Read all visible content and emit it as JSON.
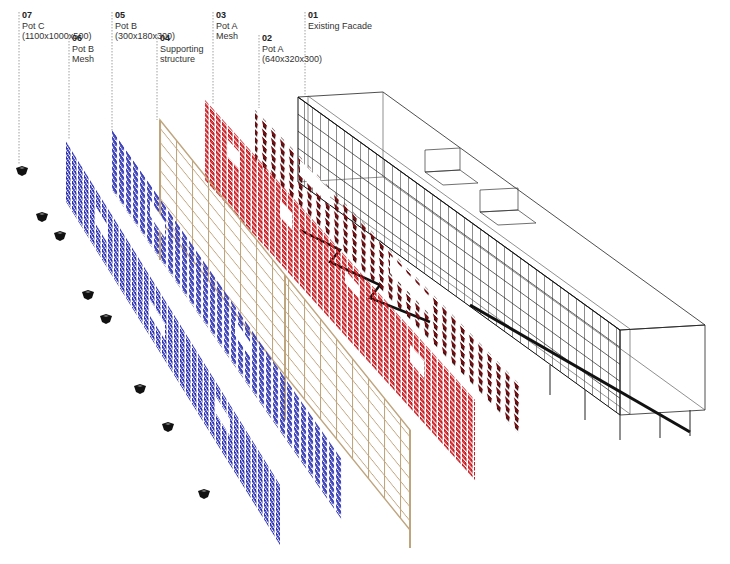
{
  "diagram": {
    "labels": [
      "07",
      "Pot C",
      "(1100x1000x500)",
      "06",
      "Pot B Mesh",
      "05",
      "Pot B",
      "(300x180x300)",
      "04",
      "Supporting structure",
      "03",
      "Pot A Mesh",
      "02",
      "Pot A",
      "(640x320x300)",
      "01",
      "Existing Facade"
    ]
  }
}
